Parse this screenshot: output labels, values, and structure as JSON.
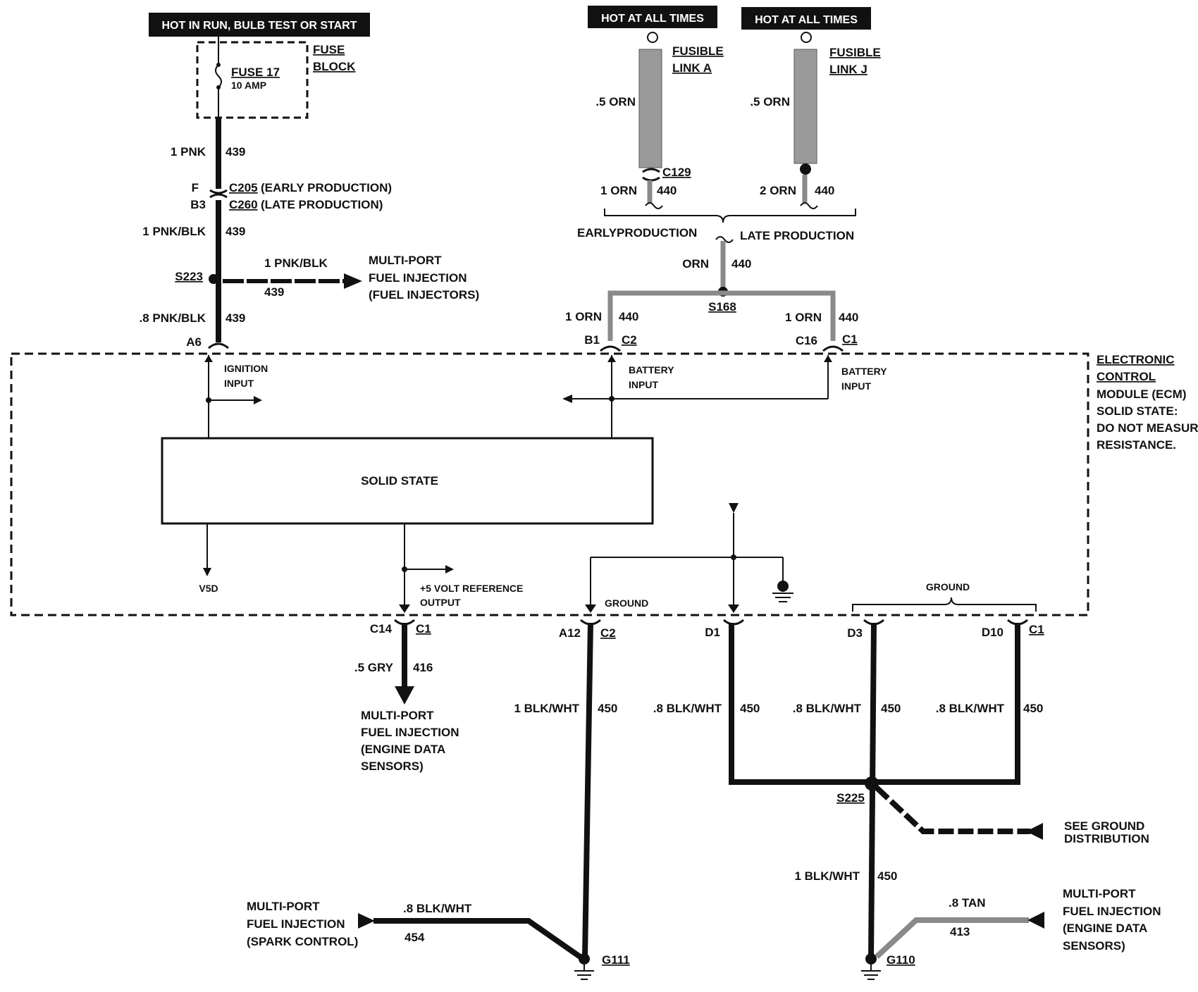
{
  "headers": {
    "hot_run": "HOT IN RUN, BULB TEST OR START",
    "hot_always_a": "HOT AT ALL TIMES",
    "hot_always_j": "HOT AT ALL TIMES"
  },
  "fuse": {
    "name": "FUSE 17",
    "rating": "10 AMP",
    "block_line1": "FUSE",
    "block_line2": "BLOCK"
  },
  "fusible_a": {
    "line1": "FUSIBLE",
    "line2": "LINK A",
    "wire": ".5 ORN",
    "connector": "C129",
    "out_wire": "1 ORN",
    "circuit": "440"
  },
  "fusible_j": {
    "line1": "FUSIBLE",
    "line2": "LINK J",
    "wire": ".5 ORN",
    "out_wire": "2 ORN",
    "circuit": "440"
  },
  "production": {
    "early": "EARLYPRODUCTION",
    "late": "LATE PRODUCTION"
  },
  "battery_feed": {
    "wire": "ORN",
    "circuit": "440",
    "splice": "S168",
    "left_wire": "1 ORN",
    "left_circuit": "440",
    "left_pin": "B1",
    "left_conn": "C2",
    "right_wire": "1 ORN",
    "right_circuit": "440",
    "right_pin": "C16",
    "right_conn": "C1"
  },
  "ignition_feed": {
    "wire1": "1 PNK",
    "circuit1": "439",
    "pin_f": "F",
    "conn_early": "C205",
    "note_early": "(EARLY  PRODUCTION)",
    "pin_b3": "B3",
    "conn_late": "C260",
    "note_late": "(LATE PRODUCTION)",
    "wire2": "1 PNK/BLK",
    "circuit2": "439",
    "splice": "S223",
    "branch_wire": "1 PNK/BLK",
    "branch_circuit": "439",
    "branch_dest": [
      "MULTI-PORT",
      "FUEL INJECTION",
      "(FUEL INJECTORS)"
    ],
    "wire3": ".8 PNK/BLK",
    "circuit3": "439",
    "pin": "A6"
  },
  "ecm": {
    "label": [
      "ELECTRONIC",
      "CONTROL",
      "MODULE (ECM)",
      "SOLID STATE:",
      "DO NOT MEASURE",
      "RESISTANCE."
    ],
    "ignition_input": [
      "IGNITION",
      "INPUT"
    ],
    "battery_input_1": [
      "BATTERY",
      "INPUT"
    ],
    "battery_input_2": [
      "BATTERY",
      "INPUT"
    ],
    "solid_state": "SOLID STATE",
    "v5d": "V5D",
    "ref_output": [
      "+5 VOLT REFERENCE",
      "OUTPUT"
    ],
    "ground_1": "GROUND",
    "ground_2": "GROUND"
  },
  "outputs": {
    "c14_pin": "C14",
    "c14_conn": "C1",
    "c14_wire": ".5 GRY",
    "c14_circuit": "416",
    "c14_dest": [
      "MULTI-PORT",
      "FUEL INJECTION",
      "(ENGINE DATA",
      "SENSORS)"
    ],
    "a12_pin": "A12",
    "a12_conn": "C2",
    "a12_wire": "1 BLK/WHT",
    "a12_circuit": "450",
    "d1_pin": "D1",
    "d1_wire": ".8 BLK/WHT",
    "d1_circuit": "450",
    "d3_pin": "D3",
    "d3_wire": ".8 BLK/WHT",
    "d3_circuit": "450",
    "d10_pin": "D10",
    "d10_conn": "C1",
    "d10_wire": ".8 BLK/WHT",
    "d10_circuit": "450"
  },
  "grounds": {
    "splice": "S225",
    "see_ground": [
      "SEE GROUND",
      "DISTRIBUTION"
    ],
    "g110_wire": "1 BLK/WHT",
    "g110_circuit": "450",
    "g110": "G110",
    "g111": "G111",
    "spark_src": [
      "MULTI-PORT",
      "FUEL INJECTION",
      "(SPARK CONTROL)"
    ],
    "spark_wire": ".8 BLK/WHT",
    "spark_circuit": "454",
    "tan_src": [
      "MULTI-PORT",
      "FUEL INJECTION",
      "(ENGINE DATA",
      "SENSORS)"
    ],
    "tan_wire": ".8 TAN",
    "tan_circuit": "413"
  }
}
